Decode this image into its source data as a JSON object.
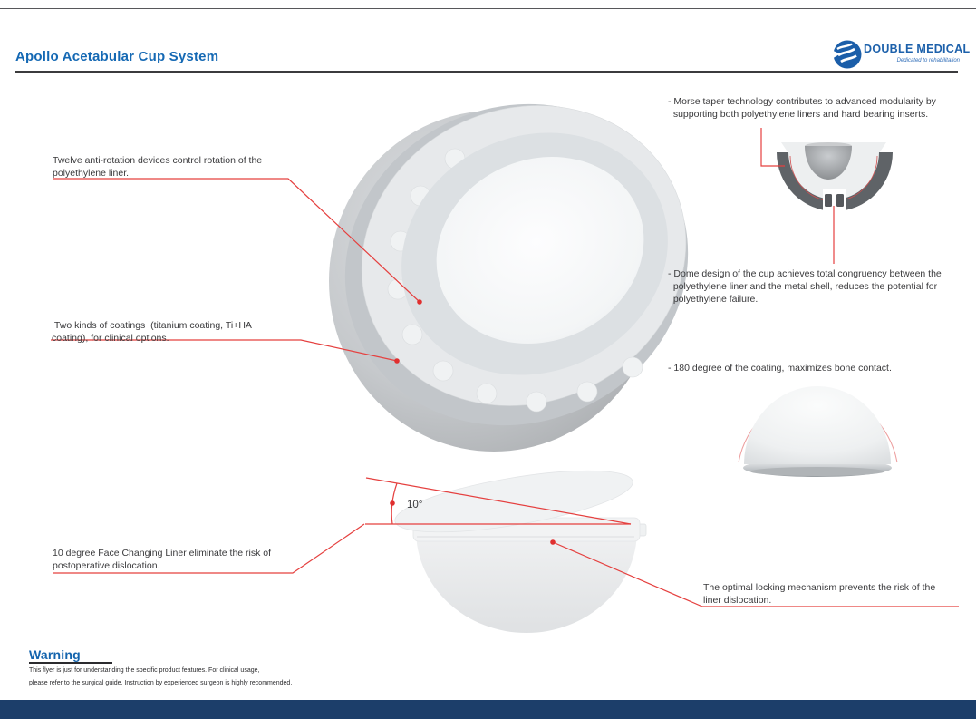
{
  "header": {
    "title": "Apollo Acetabular Cup System",
    "logo_text": "DOUBLE MEDICAL",
    "logo_tagline": "Dedicated to rehabilitation"
  },
  "annotations": {
    "anti_rotation": "Twelve anti-rotation devices control rotation of the\npolyethylene liner.",
    "coatings": " Two kinds of coatings  (titanium coating, Ti+HA\ncoating), for clinical options.",
    "morse_taper": "- Morse taper technology contributes to advanced modularity by\n  supporting both polyethylene liners and hard bearing inserts.",
    "dome_design": "- Dome design of the cup achieves total congruency between the\n  polyethylene liner and the metal shell, reduces the potential for\n  polyethylene failure.",
    "coating_180": "- 180 degree of the coating, maximizes bone contact.",
    "face_changing": "10 degree Face Changing Liner eliminate the risk of\npostoperative dislocation.",
    "locking": "The optimal locking mechanism prevents the risk of the\nliner dislocation.",
    "angle_label": "10°"
  },
  "warning": {
    "heading": "Warning",
    "body": "This flyer is just for understanding the specific product features. For clinical usage,\nplease refer to the surgical guide. Instruction by experienced surgeon is highly recommended."
  },
  "colors": {
    "accent_blue": "#1565ae",
    "annotation_red": "#e5403f",
    "footer_navy": "#1c3e6a"
  }
}
